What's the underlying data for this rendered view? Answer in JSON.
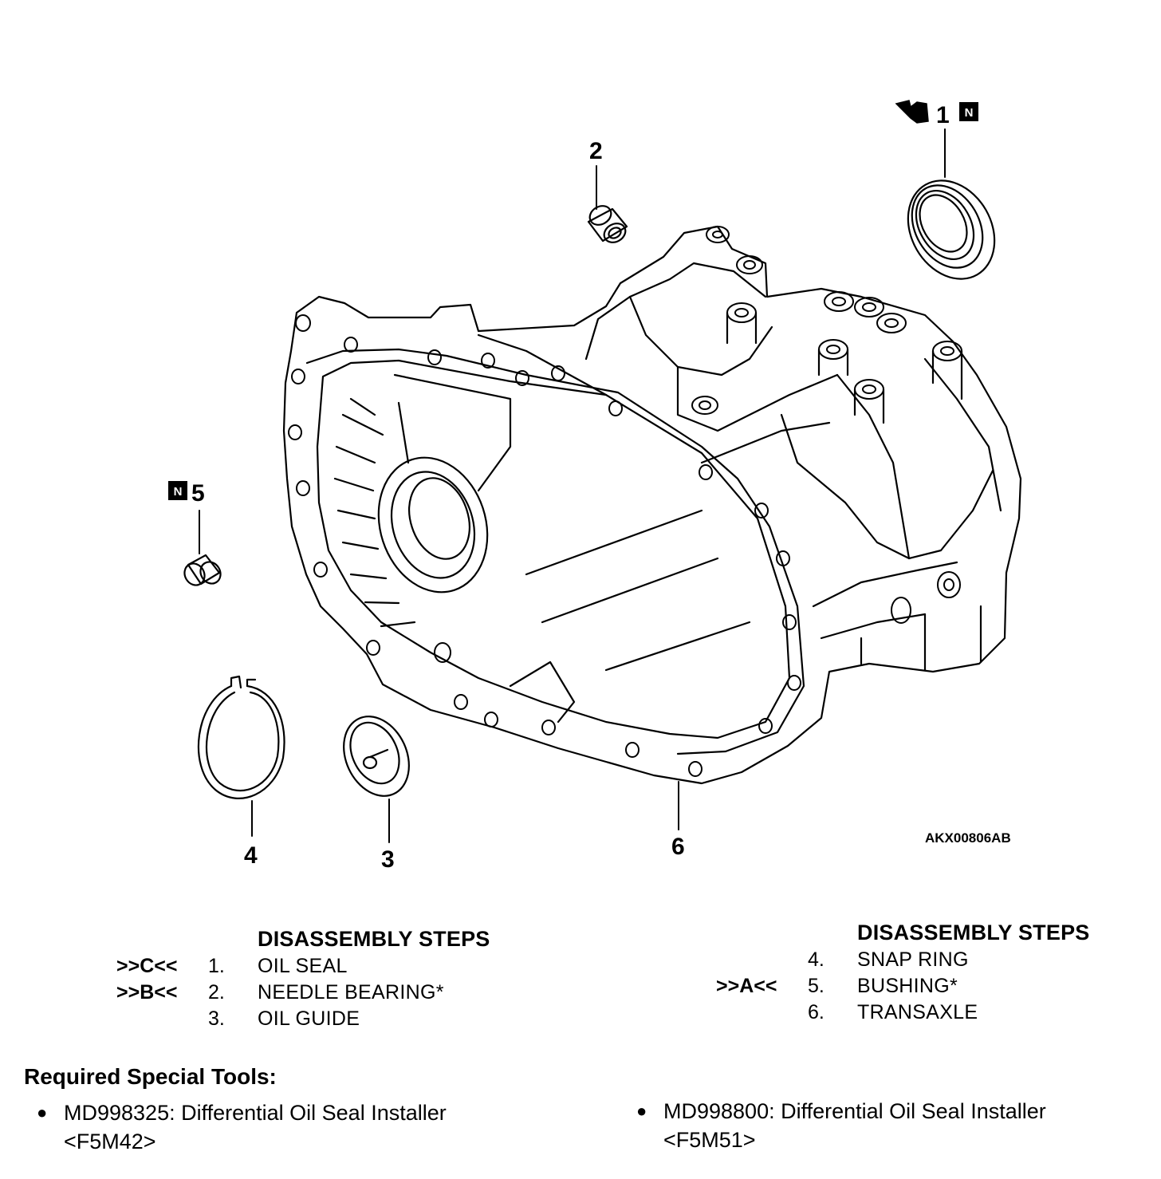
{
  "figure": {
    "code": "AKX00806AB",
    "badge_letter": "N",
    "callouts": {
      "c1": "1",
      "c2": "2",
      "c3": "3",
      "c4": "4",
      "c5": "5",
      "c6": "6"
    }
  },
  "steps_left": {
    "title": "DISASSEMBLY STEPS",
    "items": [
      {
        "ref": ">>C<<",
        "num": "1.",
        "label": "OIL SEAL"
      },
      {
        "ref": ">>B<<",
        "num": "2.",
        "label": "NEEDLE BEARING*"
      },
      {
        "ref": "",
        "num": "3.",
        "label": "OIL GUIDE"
      }
    ]
  },
  "steps_right": {
    "title": "DISASSEMBLY STEPS",
    "items": [
      {
        "ref": "",
        "num": "4.",
        "label": "SNAP RING"
      },
      {
        "ref": ">>A<<",
        "num": "5.",
        "label": "BUSHING*"
      },
      {
        "ref": "",
        "num": "6.",
        "label": "TRANSAXLE"
      }
    ]
  },
  "tools": {
    "heading": "Required Special Tools:",
    "items": [
      {
        "line1": "MD998325: Differential Oil Seal Installer",
        "line2": "<F5M42>"
      },
      {
        "line1": "MD998800: Differential Oil Seal Installer",
        "line2": "<F5M51>"
      }
    ]
  }
}
